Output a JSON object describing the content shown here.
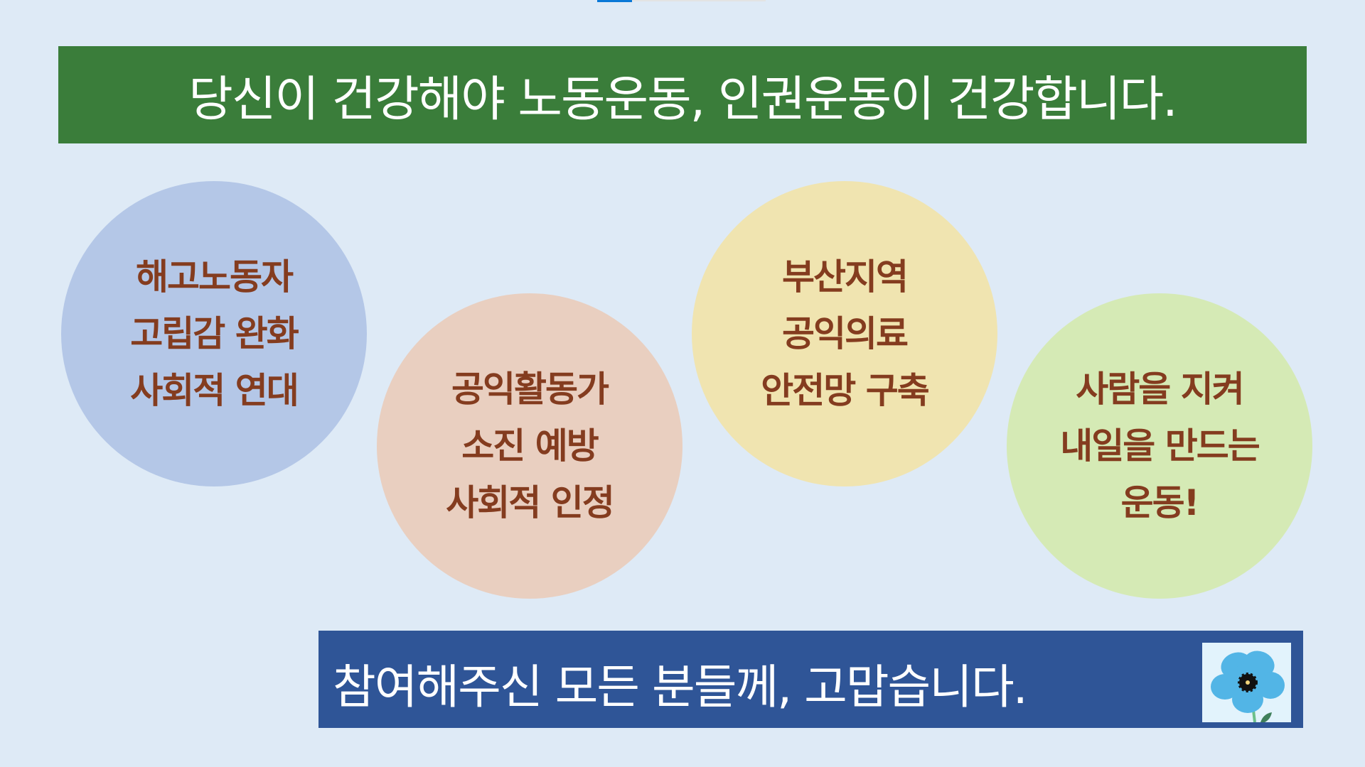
{
  "header": {
    "title": "당신이 건강해야 노동운동, 인권운동이 건강합니다."
  },
  "circles": [
    {
      "lines": [
        "해고노동자",
        "고립감 완화",
        "사회적 연대"
      ],
      "color": "#b4c7e7"
    },
    {
      "lines": [
        "공익활동가",
        "소진 예방",
        "사회적 인정"
      ],
      "color": "#e9cfc0"
    },
    {
      "lines": [
        "부산지역",
        "공익의료",
        "안전망 구축"
      ],
      "color": "#f0e4b0"
    },
    {
      "lines": [
        "사람을 지켜",
        "내일을 만드는",
        "운동!"
      ],
      "color": "#d5eab5"
    }
  ],
  "footer": {
    "text": "참여해주신 모든 분들께, 고맙습니다.",
    "icon": "flower-icon"
  },
  "colors": {
    "header_bg": "#3a7d3a",
    "footer_bg": "#2f5597",
    "text_brown": "#843c1f",
    "page_bg": "#deeaf6"
  }
}
